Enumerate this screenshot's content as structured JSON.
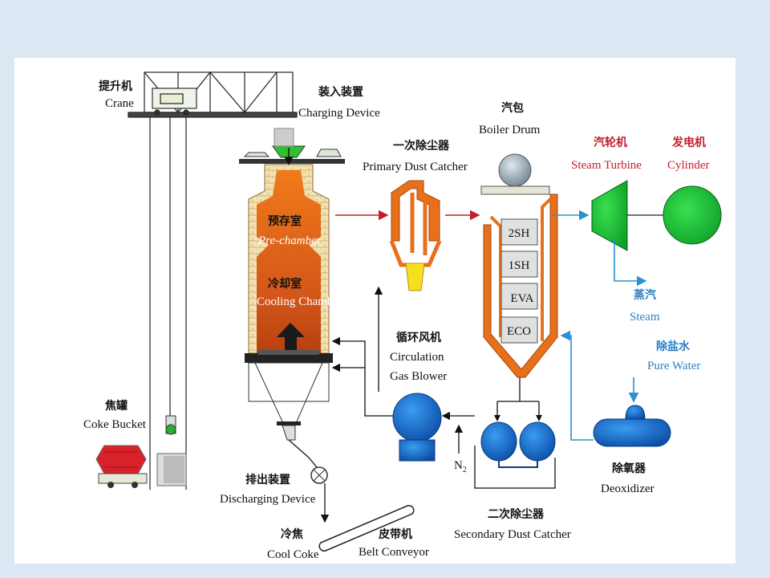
{
  "crane": {
    "zh": "提升机",
    "en": "Crane"
  },
  "charging": {
    "zh": "装入装置",
    "en": "Charging Device"
  },
  "primary": {
    "zh": "一次除尘器",
    "en": "Primary Dust Catcher"
  },
  "drum": {
    "zh": "汽包",
    "en": "Boiler Drum"
  },
  "turbine": {
    "zh": "汽轮机",
    "en": "Steam Turbine"
  },
  "generator": {
    "zh": "发电机",
    "en": "Cylinder"
  },
  "prechamber": {
    "zh": "预存室",
    "en": "Pre-chamber"
  },
  "cooling": {
    "zh": "冷却室",
    "en": "Cooling Chamber"
  },
  "steam": {
    "zh": "蒸汽",
    "en": "Steam"
  },
  "purewater": {
    "zh": "除盐水",
    "en": "Pure Water"
  },
  "blower": {
    "zh": "循环风机",
    "en1": "Circulation",
    "en2": "Gas Blower"
  },
  "bucket": {
    "zh": "焦罐",
    "en": "Coke Bucket"
  },
  "discharge": {
    "zh": "排出装置",
    "en": "Discharging Device"
  },
  "n2": {
    "main": "N",
    "sub": "2"
  },
  "deox": {
    "zh": "除氧器",
    "en": "Deoxidizer"
  },
  "secondary": {
    "zh": "二次除尘器",
    "en": "Secondary Dust Catcher"
  },
  "coolcoke": {
    "zh": "冷焦",
    "en": "Cool Coke"
  },
  "belt": {
    "zh": "皮带机",
    "en": "Belt Conveyor"
  },
  "boiler_sections": [
    "2SH",
    "1SH",
    "EVA",
    "ECO"
  ],
  "colors": {
    "orange": "#e8701a",
    "green": "#18b832",
    "blue": "#1a6fd0",
    "red_arrow": "#c0202a",
    "blue_arrow": "#2a90d0"
  }
}
